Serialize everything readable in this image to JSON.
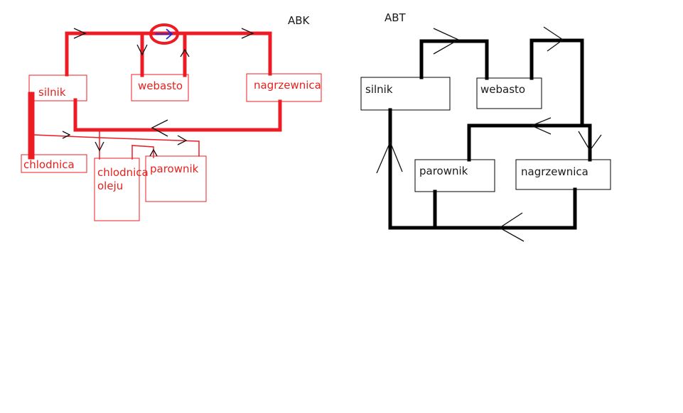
{
  "colors": {
    "abk": "#ed1c24",
    "abt": "#000000",
    "arrow_blue": "#1f2bd6"
  },
  "abk": {
    "title": "ABK",
    "silnik": "silnik",
    "chlodnica": "chlodnica",
    "webasto": "webasto",
    "nagrzewnica": "nagrzewnica",
    "chlodnica_oleju_1": "chlodnica",
    "chlodnica_oleju_2": "oleju",
    "parownik": "parownik"
  },
  "abt": {
    "title": "ABT",
    "silnik": "silnik",
    "webasto": "webasto",
    "parownik": "parownik",
    "nagrzewnica": "nagrzewnica"
  }
}
